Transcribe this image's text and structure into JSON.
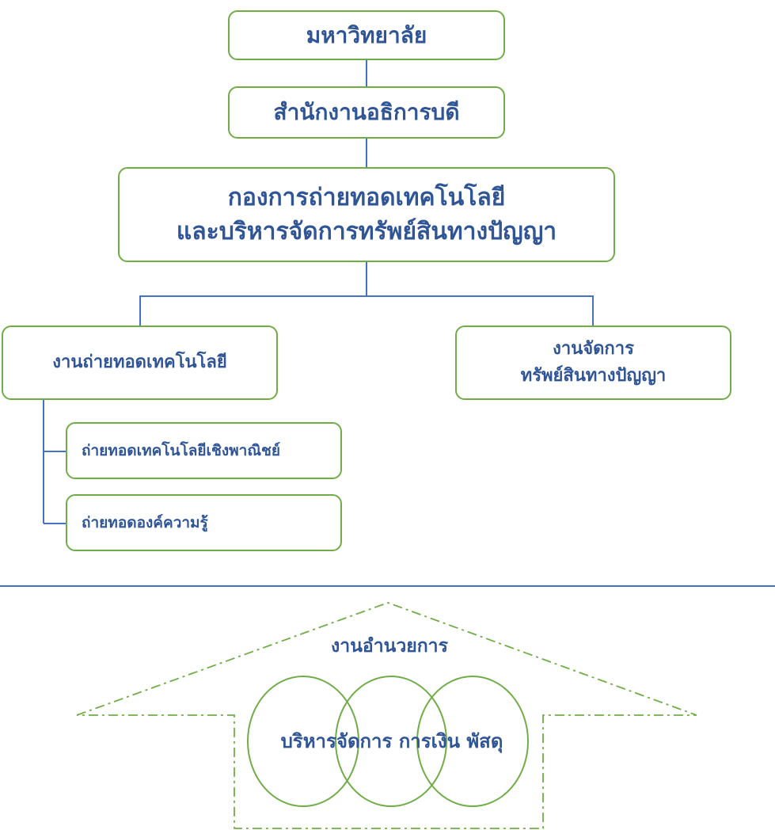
{
  "org_chart": {
    "university": "มหาวิทยาลัย",
    "president_office": "สำนักงานอธิการบดี",
    "division": {
      "line1": "กองการถ่ายทอดเทคโนโลยี",
      "line2": "และบริหารจัดการทรัพย์สินทางปัญญา"
    },
    "tech_transfer_unit": "งานถ่ายทอดเทคโนโลยี",
    "ip_unit": {
      "line1": "งานจัดการ",
      "line2": "ทรัพย์สินทางปัญญา"
    },
    "sub_units": [
      "ถ่ายทอดเทคโนโลยีเชิงพาณิชย์",
      "ถ่ายทอดองค์ความรู้"
    ]
  },
  "admin_section": {
    "title": "งานอำนวยการ",
    "circles_label": "บริหารจัดการ การเงิน พัสดุ"
  },
  "colors": {
    "text": "#2f5597",
    "box_border": "#70ad47",
    "connector": "#4472c4"
  }
}
